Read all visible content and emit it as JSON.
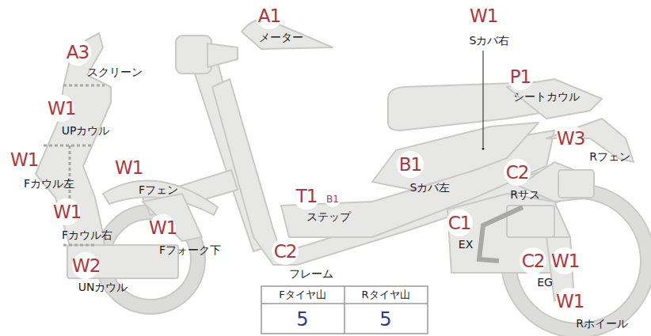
{
  "diagram": {
    "labels": [
      "A1",
      "メーター",
      "W1",
      "Sカバ右",
      "A3",
      "スクリーン",
      "P1",
      "シートカウル",
      "W1",
      "UPカウル",
      "W3",
      "Rフェン",
      "W1",
      "Fカウル左",
      "W1",
      "Fフェン",
      "B1",
      "Sカバ左",
      "C2",
      "Rサス",
      "T1",
      "B1",
      "ステップ",
      "W1",
      "Fカウル右",
      "C1",
      "EX",
      "W1",
      "Fフォーク下",
      "C2",
      "フレーム",
      "C2",
      "W1",
      "EG",
      "W2",
      "UNカウル",
      "W1",
      "Rホイール",
      "Fタイヤ山",
      "Rタイヤ山",
      "5",
      "5"
    ]
  }
}
